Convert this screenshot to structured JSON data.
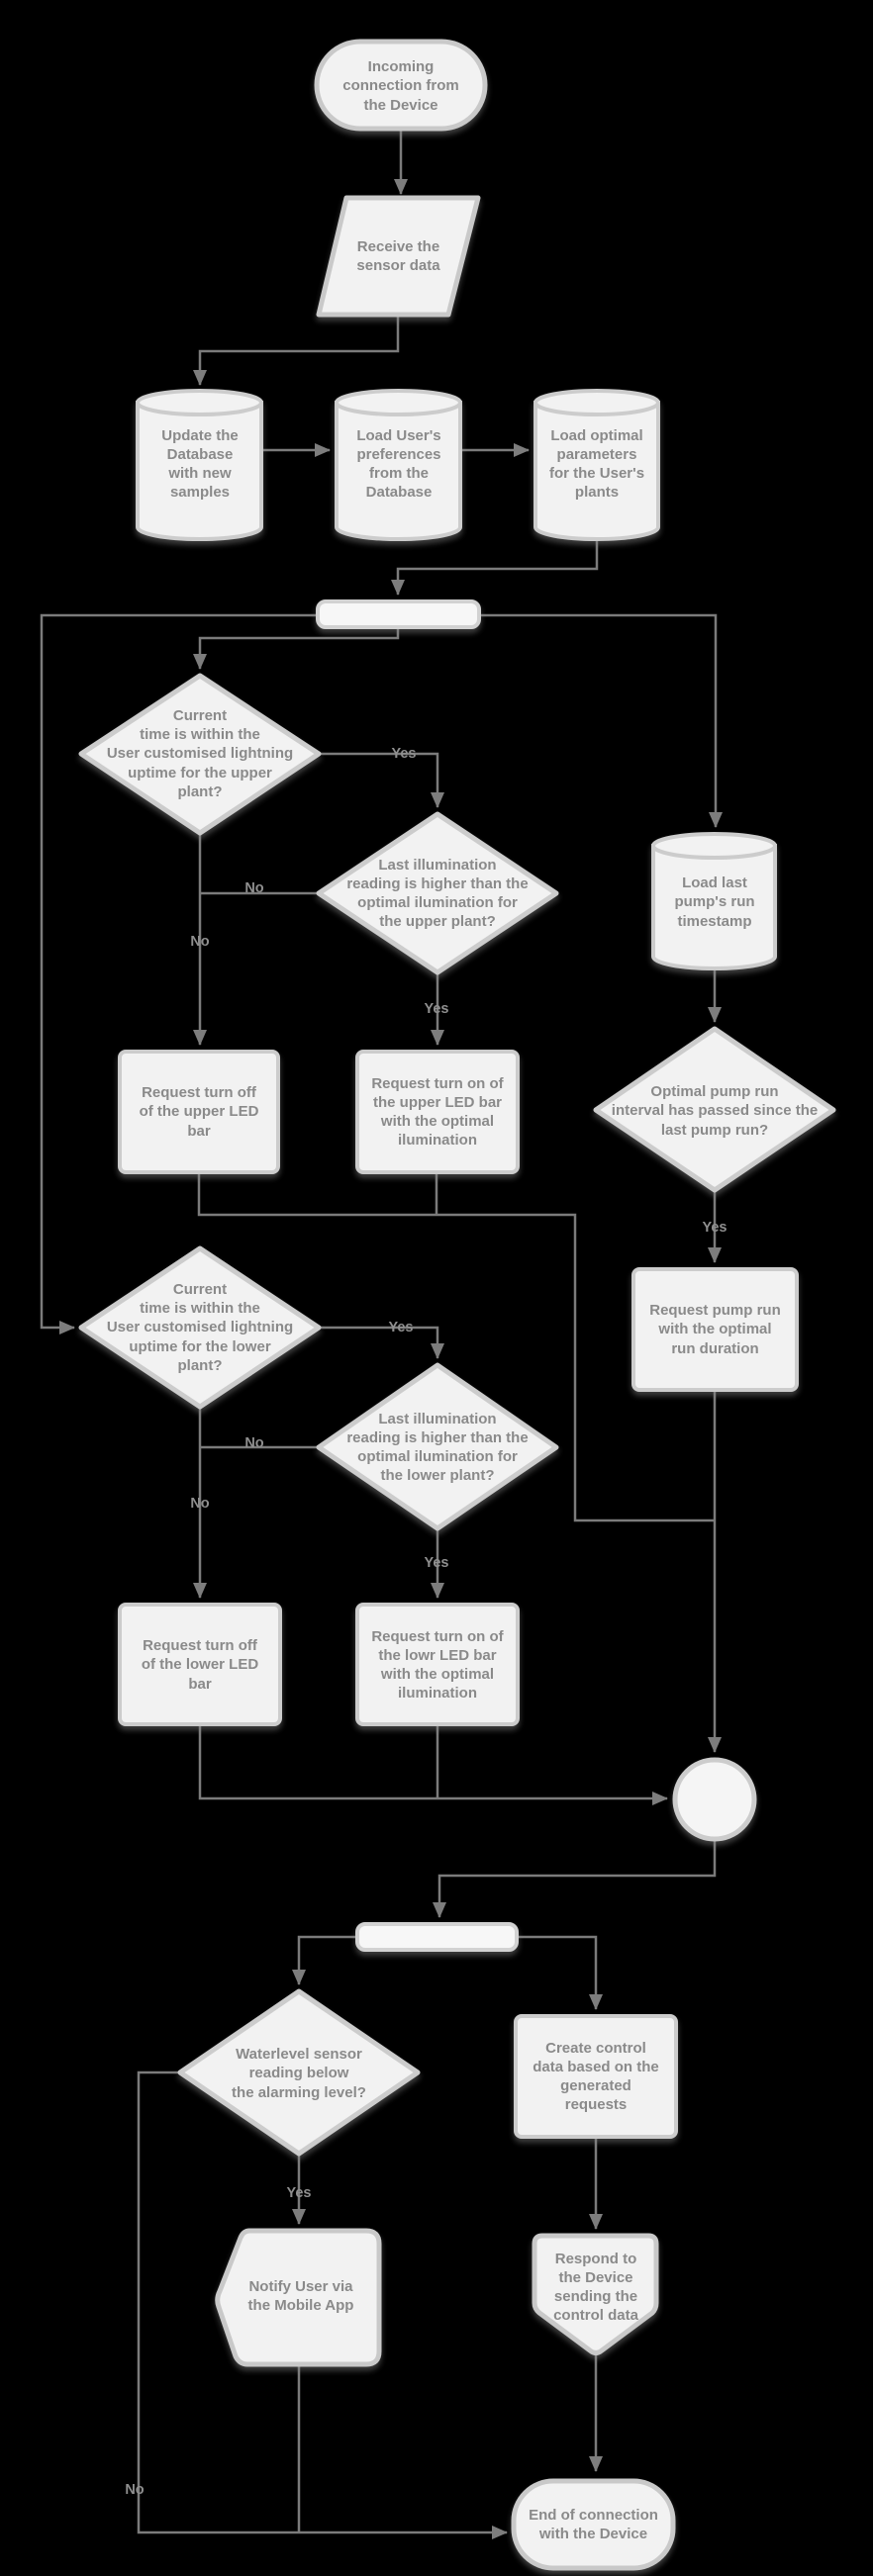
{
  "diagram": {
    "colors": {
      "background": "#000000",
      "node_fill": "#f2f2f2",
      "node_border": "#cccccc",
      "connector": "#7b7b7b",
      "text": "#8a8a8a"
    },
    "edge_labels": {
      "yes": "Yes",
      "no": "No"
    },
    "nodes": {
      "start": {
        "shape": "terminator",
        "label": "Incoming\nconnection from\nthe Device"
      },
      "receive_sensor_data": {
        "shape": "data-parallelogram",
        "label": "Receive the\nsensor data"
      },
      "update_database": {
        "shape": "database",
        "label": "Update the\nDatabase\nwith new\nsamples"
      },
      "load_user_preferences": {
        "shape": "database",
        "label": "Load User's\npreferences\nfrom the\nDatabase"
      },
      "load_optimal_parameters": {
        "shape": "database",
        "label": "Load optimal\nparameters\nfor the User's\nplants"
      },
      "upper_time_decision": {
        "shape": "decision",
        "label": "Current\ntime is within the\nUser customised lightning\nuptime for the upper\nplant?"
      },
      "upper_illumination_decision": {
        "shape": "decision",
        "label": "Last illumination\nreading is higher than the\noptimal ilumination for\nthe upper plant?"
      },
      "request_upper_led_off": {
        "shape": "process",
        "label": "Request turn off\nof the upper LED\nbar"
      },
      "request_upper_led_on": {
        "shape": "process",
        "label": "Request turn on of\nthe upper LED bar\nwith the optimal\nilumination"
      },
      "load_last_pump_run": {
        "shape": "database",
        "label": "Load last\npump's run\ntimestamp"
      },
      "pump_interval_decision": {
        "shape": "decision",
        "label": "Optimal pump run\ninterval has passed since the\nlast pump run?"
      },
      "request_pump_run": {
        "shape": "process",
        "label": "Request pump run\nwith the optimal\nrun duration"
      },
      "lower_time_decision": {
        "shape": "decision",
        "label": "Current\ntime is within the\nUser customised lightning\nuptime for the lower\nplant?"
      },
      "lower_illumination_decision": {
        "shape": "decision",
        "label": "Last illumination\nreading is higher than the\noptimal ilumination for\nthe lower plant?"
      },
      "request_lower_led_off": {
        "shape": "process",
        "label": "Request turn off\nof the lower LED\nbar"
      },
      "request_lower_led_on": {
        "shape": "process",
        "label": "Request turn on of\nthe lowr LED bar\nwith the optimal\nilumination"
      },
      "waterlevel_decision": {
        "shape": "decision",
        "label": "Waterlevel sensor\nreading below\nthe alarming level?"
      },
      "notify_user": {
        "shape": "manual-operation",
        "label": "Notify User via\nthe Mobile App"
      },
      "create_control_data": {
        "shape": "process",
        "label": "Create control\ndata based on the\ngenerated\nrequests"
      },
      "respond_to_device": {
        "shape": "off-page-connector",
        "label": "Respond to\nthe Device\nsending the\ncontrol data"
      },
      "end": {
        "shape": "terminator",
        "label": "End of connection\nwith the Device"
      }
    }
  }
}
